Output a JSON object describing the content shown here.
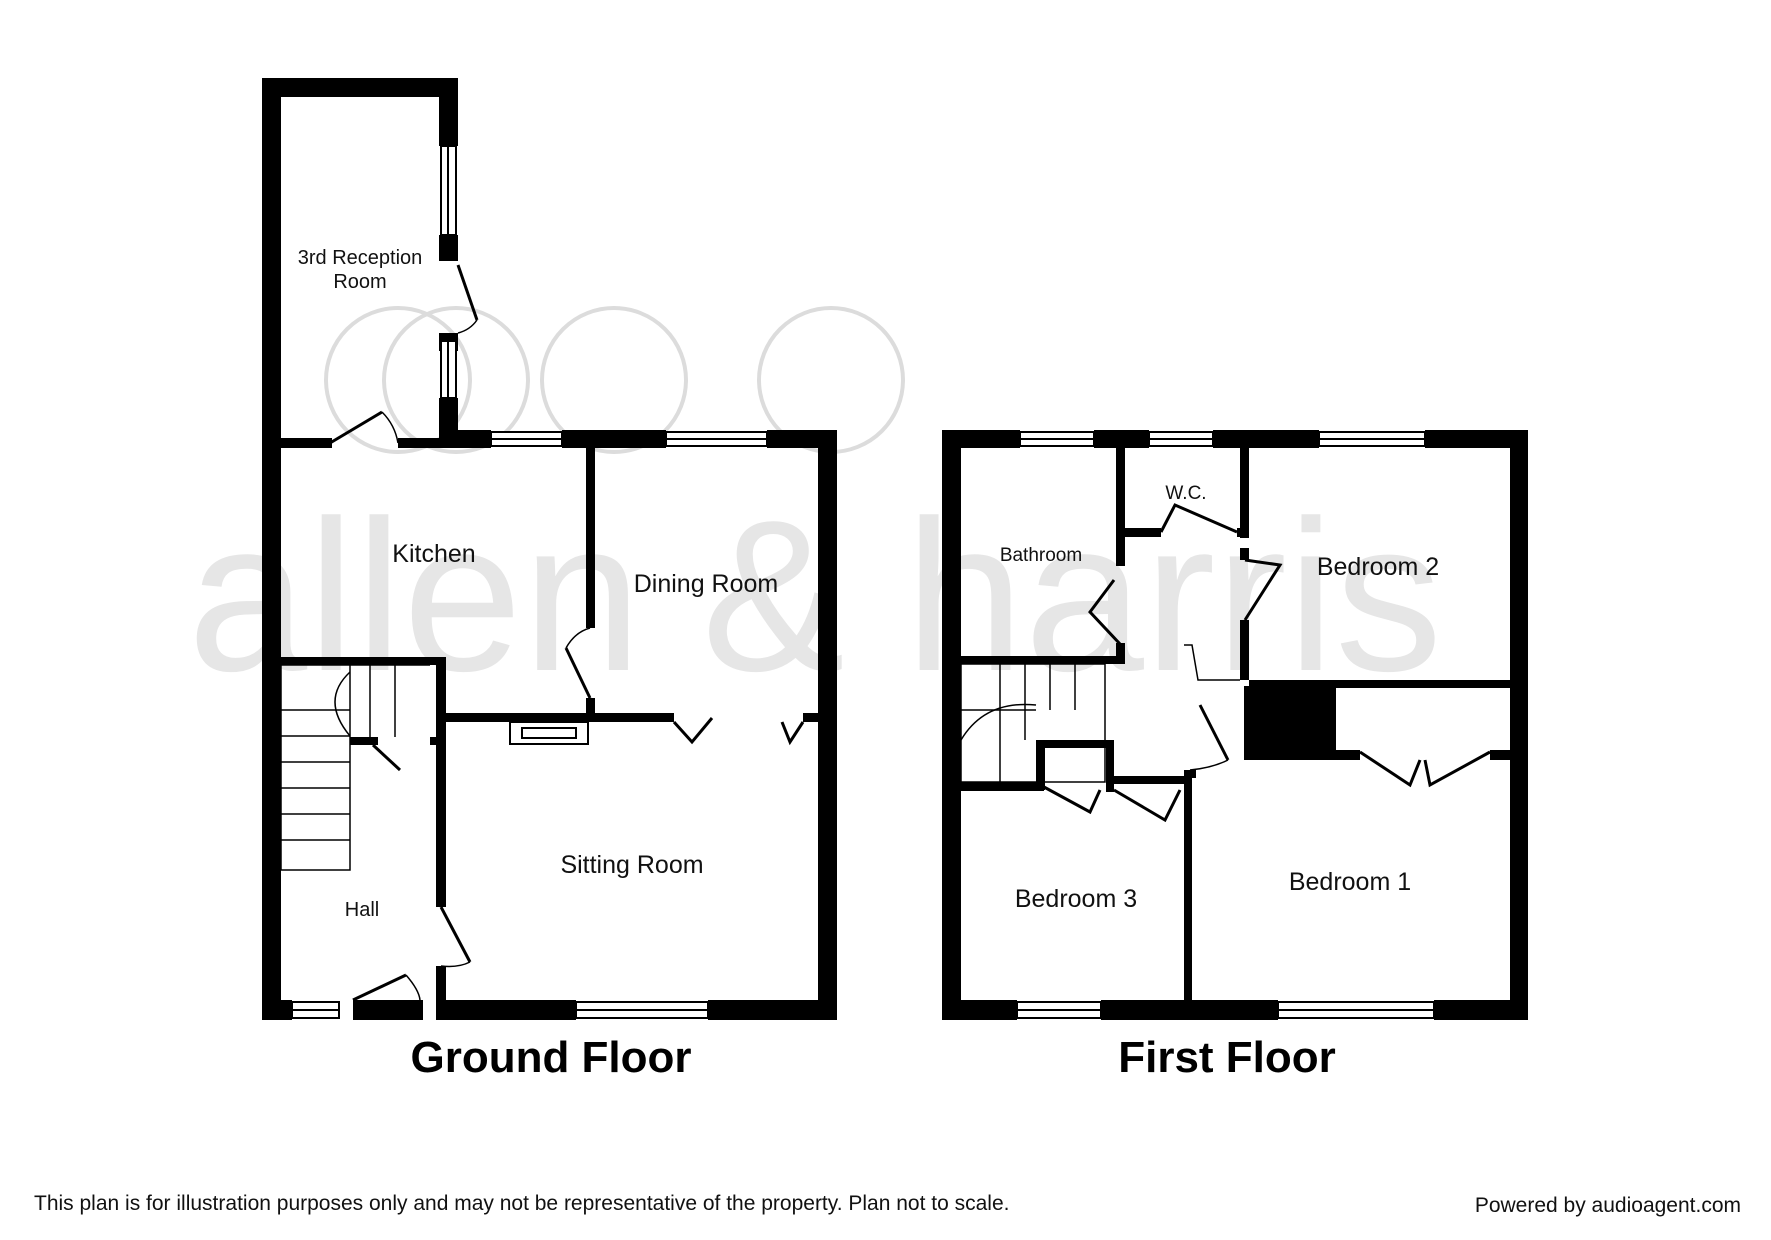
{
  "watermark": {
    "text": "allen & harris"
  },
  "ground_floor": {
    "title": "Ground Floor",
    "rooms": {
      "third_reception_line1": "3rd Reception",
      "third_reception_line2": "Room",
      "kitchen": "Kitchen",
      "dining_room": "Dining Room",
      "sitting_room": "Sitting Room",
      "hall": "Hall"
    }
  },
  "first_floor": {
    "title": "First Floor",
    "rooms": {
      "bathroom": "Bathroom",
      "wc": "W.C.",
      "bedroom_2": "Bedroom 2",
      "bedroom_3": "Bedroom 3",
      "bedroom_1": "Bedroom 1"
    }
  },
  "footer": {
    "disclaimer": "This plan is for illustration purposes only and may not be representative of the property. Plan not to scale.",
    "powered_by": "Powered by audioagent.com"
  }
}
